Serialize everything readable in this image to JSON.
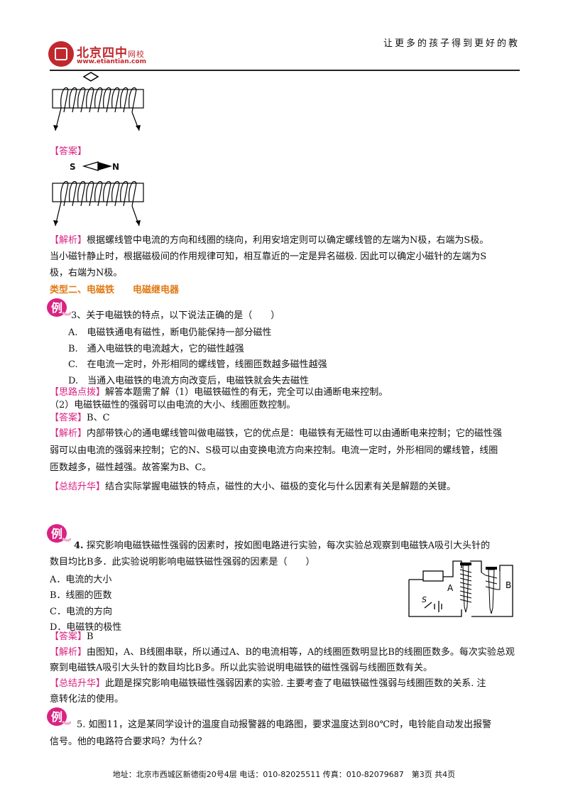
{
  "header": {
    "logo_name": "北京四中",
    "logo_suffix": "网校",
    "logo_url": "www.etiantian.com",
    "slogan": "让更多的孩子得到更好的教"
  },
  "answer1": {
    "tag": "【答案】",
    "s_label": "S",
    "n_label": "N"
  },
  "analysis1": {
    "tag": "【解析】",
    "lines": [
      "根据螺线管中电流的方向和线圈的绕向，利用安培定则可以确定螺线管的左端为N极，右端为S极。",
      "当小磁针静止时，根据磁极间的作用规律可知，相互靠近的一定是异名磁极. 因此可以确定小磁针的左端为S",
      "极，右端为N极。"
    ]
  },
  "section2": {
    "title": "类型二、电磁铁　　电磁继电器"
  },
  "badge_label": "例",
  "q3": {
    "stem": "3、关于电磁铁的特点，以下说法正确的是（　　）",
    "options": [
      "A.　电磁铁通电有磁性，断电仍能保持一部分磁性",
      "B.　通入电磁铁的电流越大，它的磁性越强",
      "C.　在电流一定时，外形相同的螺线管，线圈匝数越多磁性越强",
      "D.　当通入电磁铁的电流方向改变后，电磁铁就会失去磁性"
    ],
    "hint_tag": "【思路点拨】",
    "hint_lines": [
      "解答本题需了解（1）电磁铁磁性的有无，完全可以由通断电来控制。",
      "（2）电磁铁磁性的强弱可以由电流的大小、线圈匝数控制。"
    ],
    "answer_tag": "【答案】",
    "answer": "B、C",
    "analysis_tag": "【解析】",
    "analysis_lines": [
      "内部带铁心的通电螺线管叫做电磁铁，它的优点是：电磁铁有无磁性可以由通断电来控制；它的磁性强",
      "弱可以由电流的强弱来控制；它的N、S极可以由变换电流方向来控制。电流一定时，外形相同的螺线管，线圈",
      "匝数越多，磁性越强。故答案为B、C。"
    ],
    "summary_tag": "【总结升华】",
    "summary": "结合实际掌握电磁铁的特点，磁性的大小、磁极的变化与什么因素有关是解题的关键。"
  },
  "q4": {
    "number": "4.",
    "stem_lines": [
      "探究影响电磁铁磁性强弱的因素时，按如图电路进行实验，每次实验总观察到电磁铁A吸引大头针的",
      "数目均比B多．此实验说明影响电磁铁磁性强弱的因素是（　　）"
    ],
    "options": [
      "A．电流的大小",
      "B．线圈的匝数",
      "C．电流的方向",
      "D．电磁铁的极性"
    ],
    "figure_labels": {
      "a": "A",
      "b": "B",
      "s": "S"
    },
    "answer_tag": "【答案】",
    "answer": "B",
    "analysis_tag": "【解析】",
    "analysis_lines": [
      "由图知，A、B线圈串联，所以通过A、B的电流相等，A的线圈匝数明显比B的线圈匝数多。每次实验总观",
      "察到电磁铁A吸引大头针的数目均比B多。所以此实验说明电磁铁的磁性强弱与线圈匝数有关。"
    ],
    "summary_tag": "【总结升华】",
    "summary_lines": [
      "此题是探究影响电磁铁磁性强弱因素的实验. 主要考查了电磁铁磁性强弱与线圈匝数的关系. 注",
      "意转化法的使用。"
    ]
  },
  "q5": {
    "stem_lines": [
      "5. 如图11，这是某同学设计的温度自动报警器的电路图，要求温度达到80℃时，电铃能自动发出报警",
      "信号。他的电路符合要求吗？为什么？"
    ]
  },
  "footer": {
    "text": "地址：北京市西城区新德街20号4层  电话：010-82025511  传真：010-82079687　第3页  共4页"
  }
}
